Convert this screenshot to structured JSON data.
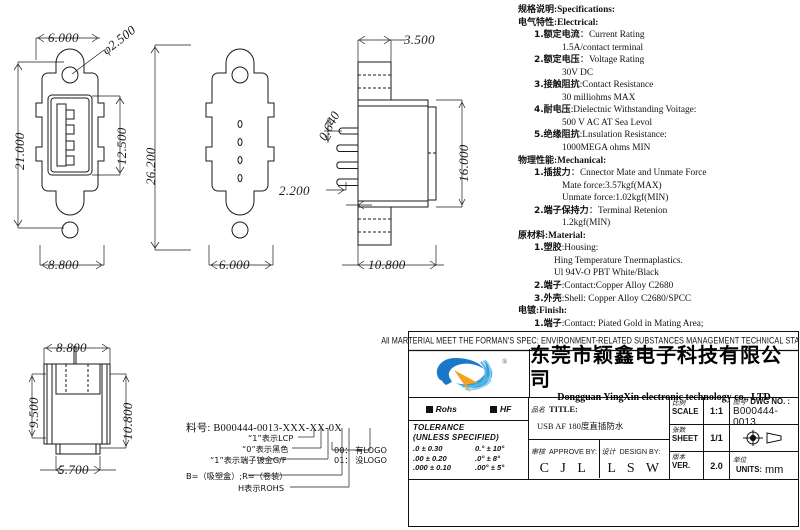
{
  "spec": {
    "lines": [
      {
        "indent": 1,
        "cn": "规格说明",
        "en": ":Specifications:"
      },
      {
        "indent": 1,
        "cn": "电气特性",
        "en": ":Electrical:"
      },
      {
        "indent": 2,
        "cn": "1.额定电流",
        "en": "：Current Rating"
      },
      {
        "indent": 3,
        "cn": "",
        "en": "1.5A/contact terminal"
      },
      {
        "indent": 2,
        "cn": "2.额定电压",
        "en": "：Voltage Rating"
      },
      {
        "indent": 3,
        "cn": "",
        "en": "30V DC"
      },
      {
        "indent": 2,
        "cn": "3.接触阻抗",
        "en": ":Contact Resistance"
      },
      {
        "indent": 3,
        "cn": "",
        "en": "30 milliohms MAX"
      },
      {
        "indent": 2,
        "cn": "4.耐电压",
        "en": ":Dielectnic Withstanding Voitage:"
      },
      {
        "indent": 3,
        "cn": "",
        "en": "500 V AC AT Sea Levol"
      },
      {
        "indent": 2,
        "cn": "5.绝缘阻抗",
        "en": ":Lnsulation Resistance:"
      },
      {
        "indent": 3,
        "cn": "",
        "en": "1000MEGA ohms MIN"
      },
      {
        "indent": 1,
        "cn": "物理性能",
        "en": ":Mechanical:"
      },
      {
        "indent": 2,
        "cn": "1.插拔力",
        "en": "：Cnnector Mate and Unmate Force"
      },
      {
        "indent": 3,
        "cn": "",
        "en": "Mate force:3.57kgf(MAX)"
      },
      {
        "indent": 3,
        "cn": "",
        "en": "Unmate force:1.02kgf(MIN)"
      },
      {
        "indent": 2,
        "cn": "2.端子保持力",
        "en": "：Terminal Retenion"
      },
      {
        "indent": 3,
        "cn": "",
        "en": "1.2kgf(MIN)"
      },
      {
        "indent": 1,
        "cn": "原材料",
        "en": ":Material:"
      },
      {
        "indent": 2,
        "cn": "1.塑胶",
        "en": ":Housing:"
      },
      {
        "indent": 4,
        "cn": "",
        "en": "Hing Temperature  Tnermaplastics."
      },
      {
        "indent": 4,
        "cn": "",
        "en": "Ul 94V-O  PBT White/Black"
      },
      {
        "indent": 2,
        "cn": "2.端子",
        "en": ":Contact:Copper Alloy C2680"
      },
      {
        "indent": 2,
        "cn": "3.外壳",
        "en": ":Shell: Copper Alloy C2680/SPCC"
      },
      {
        "indent": 1,
        "cn": "电镀",
        "en": ":Finish:"
      },
      {
        "indent": 2,
        "cn": "1.端子",
        "en": ":Contact: Piated Gold in Mating Area;"
      },
      {
        "indent": 4,
        "cn": "",
        "en": "Tin On Solder Talls"
      },
      {
        "indent": 2,
        "cn": "2.外壳",
        "en": ":Shell:"
      },
      {
        "indent": 4,
        "cn": "",
        "en": "Nickel Plating"
      }
    ]
  },
  "dimensions": {
    "front_top": "6.000",
    "front_hole_dia": "φ2.500",
    "front_height": "21.000",
    "front_window": "12.500",
    "front_width": "8.800",
    "rear_height": "26.200",
    "rear_width": "6.000",
    "side_top": "3.500",
    "side_pin_pitch": "0.640",
    "side_pin_len": "2.200",
    "side_height": "16.000",
    "side_depth": "10.800",
    "bottom_width": "8.800",
    "bottom_left_h": "9.500",
    "bottom_right_h": "10.800",
    "bottom_inner": "5.700"
  },
  "part_number": {
    "code": "料号: B000444-0013-XXX-XX-0X",
    "notes": [
      "“1”表示LCP",
      "“0”表示黑色",
      "“1”表示端子镀金G/F",
      "B=（吸塑盒）;R=（卷装）",
      "H表示ROHS"
    ],
    "logo_notes": [
      "00： 有LOGO",
      "01： 没LOGO"
    ]
  },
  "title_block": {
    "banner": "All MARTERIAL MEET THE FORMAN'S SPEC: ENVIRONMENT-RELATED SUBSTANCES MANAGEMENT TECHNICAL STANDARD",
    "company_cn": "东莞市颖鑫电子科技有限公司",
    "company_en": "Dongguan YingXin electronic technology co., LTD",
    "logo_mark": "registered-trademark",
    "rohs_label": "Rohs",
    "hf_label": "HF",
    "tolerance": {
      "title_1": "TOLERANCE",
      "title_2": "(UNLESS SPECIFIED)",
      "linear": [
        ".0 ± 0.30",
        ".00 ± 0.20",
        ".000 ± 0.10"
      ],
      "angular": [
        "0.° ± 10°",
        ".0° ± 8°",
        ".00° ± 5°"
      ]
    },
    "title_key_cn": "品名",
    "title_key_en": "TITLE:",
    "title_value": "USB AF 180度直插防水",
    "approve_key_cn": "审核",
    "approve_key_en": "APPROVE BY:",
    "approve_value": "C J L",
    "design_key_cn": "设计",
    "design_key_en": "DESIGN BY:",
    "design_value": "L S W",
    "scale_key_cn": "比例",
    "scale_key_en": "SCALE",
    "scale_value": "1:1",
    "sheet_key_cn": "张数",
    "sheet_key_en": "SHEET",
    "sheet_value": "1/1",
    "ver_key_cn": "版本",
    "ver_key_en": "VER.",
    "ver_value": "2.0",
    "dwg_key_cn": "图号",
    "dwg_key_en": "DWG NO. :",
    "dwg_value": "B000444-0013",
    "units_key_cn": "单位",
    "units_key_en": "UNITS:",
    "units_value": "mm",
    "projection_symbol": "first-angle-projection-icon"
  },
  "colors": {
    "line": "#1a1a1a",
    "logo_blue": "#1b78c8",
    "logo_blue_light": "#59b4e8",
    "logo_orange": "#f5a01e"
  }
}
